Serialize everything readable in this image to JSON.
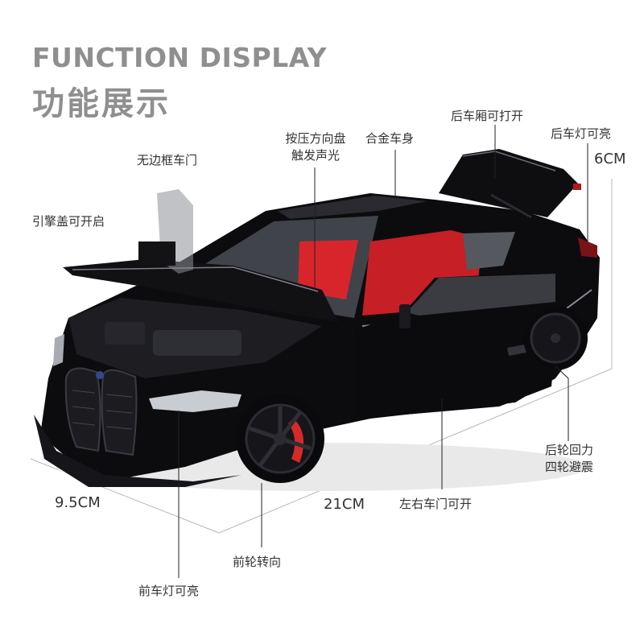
{
  "heading": {
    "english": "FUNCTION DISPLAY",
    "chinese": "功能展示"
  },
  "callouts": {
    "frameless_door": "无边框车门",
    "hood_opens": "引擎盖可开启",
    "steering_line1": "按压方向盘",
    "steering_line2": "触发声光",
    "alloy_body": "合金车身",
    "trunk_opens": "后车厢可打开",
    "taillights": "后车灯可亮",
    "pullback_line1": "后轮回力",
    "pullback_line2": "四轮避震",
    "doors_open": "左右车门可开",
    "front_steering": "前轮转向",
    "headlights": "前车灯可亮"
  },
  "dimensions": {
    "height": "6CM",
    "width": "9.5CM",
    "length": "21CM"
  },
  "colors": {
    "heading": "#8f8f8f",
    "text": "#333333",
    "car_body": "#0c0c0e",
    "interior": "#d8252b",
    "caliper": "#d42a2a",
    "guide_line": "#b8b8b8"
  }
}
